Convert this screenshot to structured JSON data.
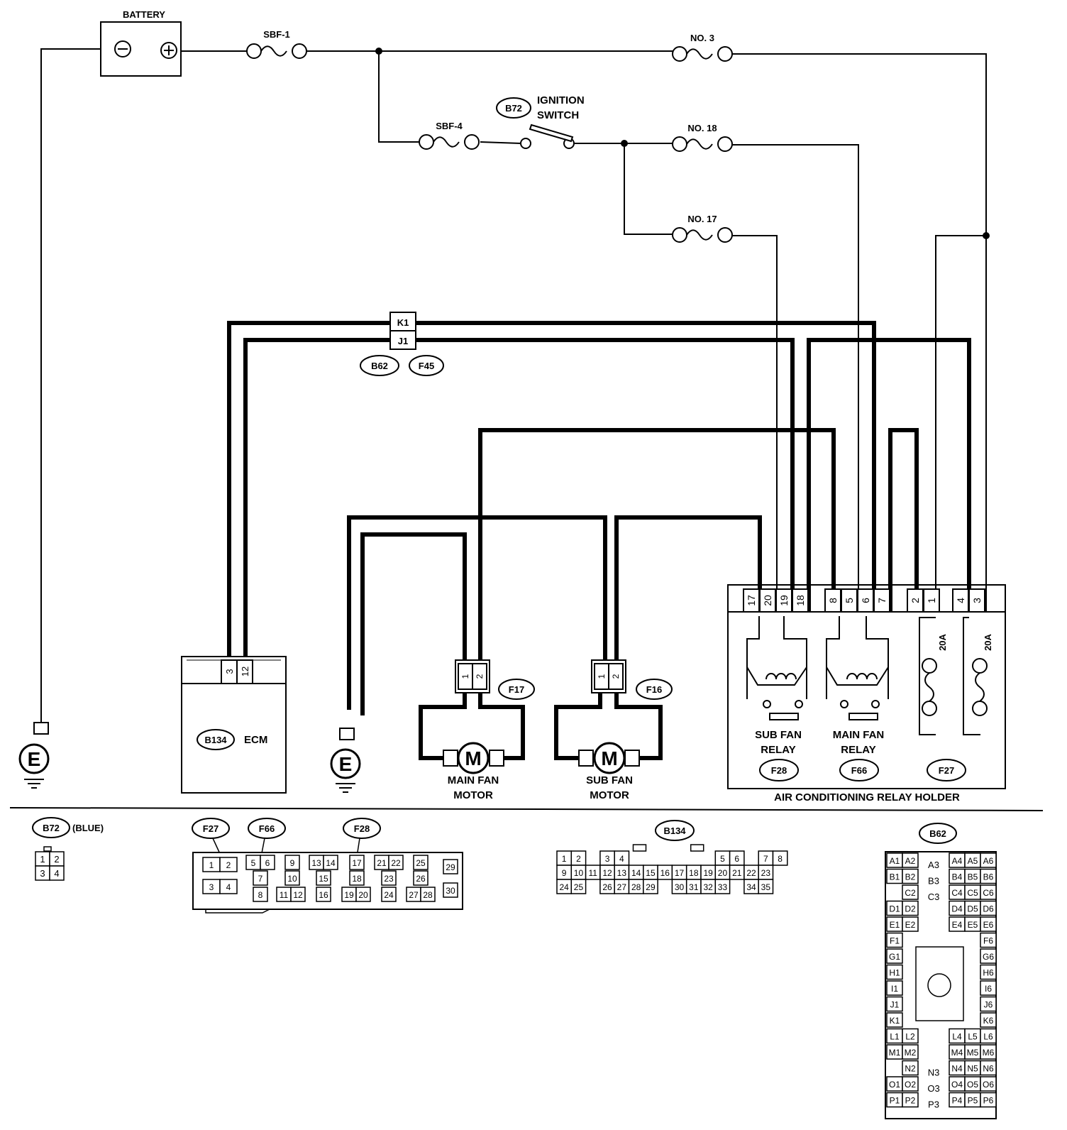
{
  "colors": {
    "ink": "#000000",
    "paper": "#ffffff"
  },
  "power": {
    "battery": "BATTERY",
    "sbf1": "SBF-1",
    "sbf4": "SBF-4",
    "no3": "NO. 3",
    "no18": "NO. 18",
    "no17": "NO. 17",
    "ignition_line1": "IGNITION",
    "ignition_line2": "SWITCH",
    "ignition_connector": "B72"
  },
  "joint_connector": {
    "k1": "K1",
    "j1": "J1",
    "tag_b62": "B62",
    "tag_f45": "F45"
  },
  "ecm": {
    "tag": "B134",
    "label": "ECM",
    "pin_a": "3",
    "pin_b": "12"
  },
  "ground_symbol": "E",
  "main_fan": {
    "connector": "F17",
    "pin1": "1",
    "pin2": "2",
    "motor_letter": "M",
    "line1": "MAIN FAN",
    "line2": "MOTOR"
  },
  "sub_fan": {
    "connector": "F16",
    "pin1": "1",
    "pin2": "2",
    "motor_letter": "M",
    "line1": "SUB FAN",
    "line2": "MOTOR"
  },
  "relay_holder": {
    "title": "AIR CONDITIONING RELAY HOLDER",
    "terminals": [
      "17",
      "20",
      "19",
      "18",
      "8",
      "5",
      "6",
      "7",
      "2",
      "1",
      "4",
      "3"
    ],
    "sub_fan_relay_1": "SUB FAN",
    "sub_fan_relay_2": "RELAY",
    "sub_fan_tag": "F28",
    "main_fan_relay_1": "MAIN FAN",
    "main_fan_relay_2": "RELAY",
    "main_fan_tag": "F66",
    "fuse_a": "20A",
    "fuse_b": "20A",
    "fuse_tag": "F27"
  },
  "connector_views": {
    "b72": {
      "tag": "B72",
      "note": "(BLUE)",
      "pins": [
        "1",
        "2",
        "3",
        "4"
      ]
    },
    "f_block": {
      "tags": [
        "F27",
        "F66",
        "F28"
      ],
      "pins": [
        "1",
        "2",
        "3",
        "4",
        "5",
        "6",
        "7",
        "8",
        "9",
        "10",
        "11",
        "12",
        "13",
        "14",
        "15",
        "16",
        "17",
        "18",
        "19",
        "20",
        "21",
        "22",
        "23",
        "24",
        "25",
        "26",
        "27",
        "28",
        "29",
        "30"
      ]
    },
    "b134": {
      "tag": "B134",
      "row1": [
        "1",
        "2",
        "3",
        "4",
        "5",
        "6",
        "7",
        "8"
      ],
      "row2": [
        "9",
        "10",
        "11",
        "12",
        "13",
        "14",
        "15",
        "16",
        "17",
        "18",
        "19",
        "20",
        "21",
        "22",
        "23"
      ],
      "row3": [
        "24",
        "25",
        "26",
        "27",
        "28",
        "29",
        "30",
        "31",
        "32",
        "33",
        "34",
        "35"
      ]
    },
    "b62": {
      "tag": "B62",
      "left": [
        "A1",
        "A2",
        "B1",
        "B2",
        "C2",
        "D1",
        "D2",
        "E1",
        "E2",
        "F1",
        "G1",
        "H1",
        "I1",
        "J1",
        "K1",
        "L1",
        "L2",
        "M1",
        "M2",
        "N2",
        "O1",
        "O2",
        "P1",
        "P2"
      ],
      "center": [
        "A3",
        "B3",
        "C3",
        "N3",
        "O3",
        "P3"
      ],
      "right": [
        "A4",
        "A5",
        "A6",
        "B4",
        "B5",
        "B6",
        "C4",
        "C5",
        "C6",
        "D4",
        "D5",
        "D6",
        "E4",
        "E5",
        "E6",
        "F6",
        "G6",
        "H6",
        "I6",
        "J6",
        "K6",
        "L4",
        "L5",
        "L6",
        "M4",
        "M5",
        "M6",
        "N4",
        "N5",
        "N6",
        "O4",
        "O5",
        "O6",
        "P4",
        "P5",
        "P6"
      ]
    }
  }
}
